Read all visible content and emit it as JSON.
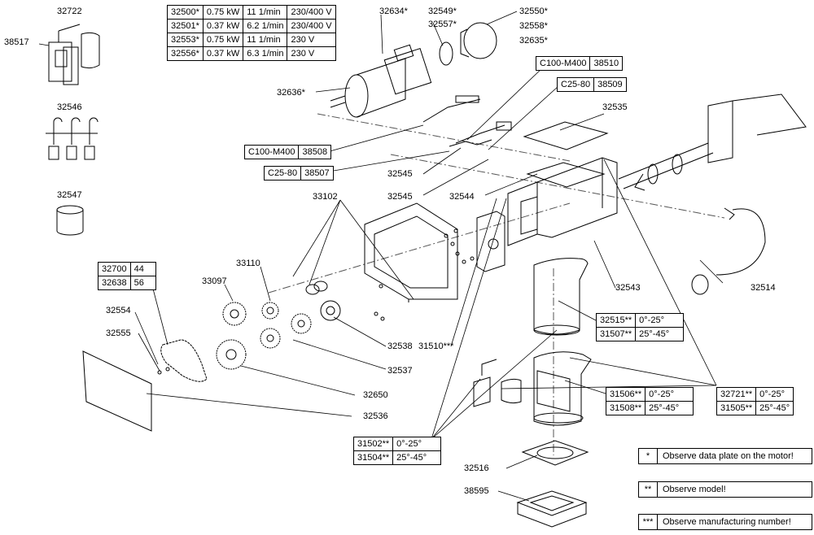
{
  "motor_table": [
    [
      "32500*",
      "0.75 kW",
      "11 1/min",
      "230/400 V"
    ],
    [
      "32501*",
      "0.37 kW",
      "6.2 1/min",
      "230/400 V"
    ],
    [
      "32553*",
      "0.75 kW",
      "11 1/min",
      "230 V"
    ],
    [
      "32556*",
      "0.37 kW",
      "6.3 1/min",
      "230 V"
    ]
  ],
  "boxes": {
    "c100_top": [
      "C100-M400",
      "38510"
    ],
    "c25_top": [
      "C25-80",
      "38509"
    ],
    "c100_mid": [
      "C100-M400",
      "38508"
    ],
    "c25_mid": [
      "C25-80",
      "38507"
    ],
    "chain": [
      [
        "32700",
        "44"
      ],
      [
        "32638",
        "56"
      ]
    ],
    "b32515": [
      [
        "32515**",
        "0°-25°"
      ],
      [
        "31507**",
        "25°-45°"
      ]
    ],
    "b32721": [
      [
        "32721**",
        "0°-25°"
      ],
      [
        "31505**",
        "25°-45°"
      ]
    ],
    "b31506": [
      [
        "31506**",
        "0°-25°"
      ],
      [
        "31508**",
        "25°-45°"
      ]
    ],
    "b31502": [
      [
        "31502**",
        "0°-25°"
      ],
      [
        "31504**",
        "25°-45°"
      ]
    ]
  },
  "labels": {
    "p32722": "32722",
    "p38517": "38517",
    "p32546": "32546",
    "p32547": "32547",
    "p32634": "32634*",
    "p32549": "32549*",
    "p32557": "32557*",
    "p32550": "32550*",
    "p32558": "32558*",
    "p32635": "32635*",
    "p32636": "32636*",
    "p32535": "32535",
    "p32545a": "32545",
    "p32545b": "32545",
    "p32544": "32544",
    "p33102": "33102",
    "p33110": "33110",
    "p33097": "33097",
    "p32554": "32554",
    "p32555": "32555",
    "p32538": "32538",
    "p32537": "32537",
    "p32650": "32650",
    "p32536": "32536",
    "p31510": "31510***",
    "p32543": "32543",
    "p32514": "32514",
    "p32516": "32516",
    "p38595": "38595"
  },
  "notes": [
    {
      "mark": "*",
      "text": "Observe data plate on the motor!"
    },
    {
      "mark": "**",
      "text": "Observe model!"
    },
    {
      "mark": "***",
      "text": "Observe manufacturing number!"
    }
  ]
}
